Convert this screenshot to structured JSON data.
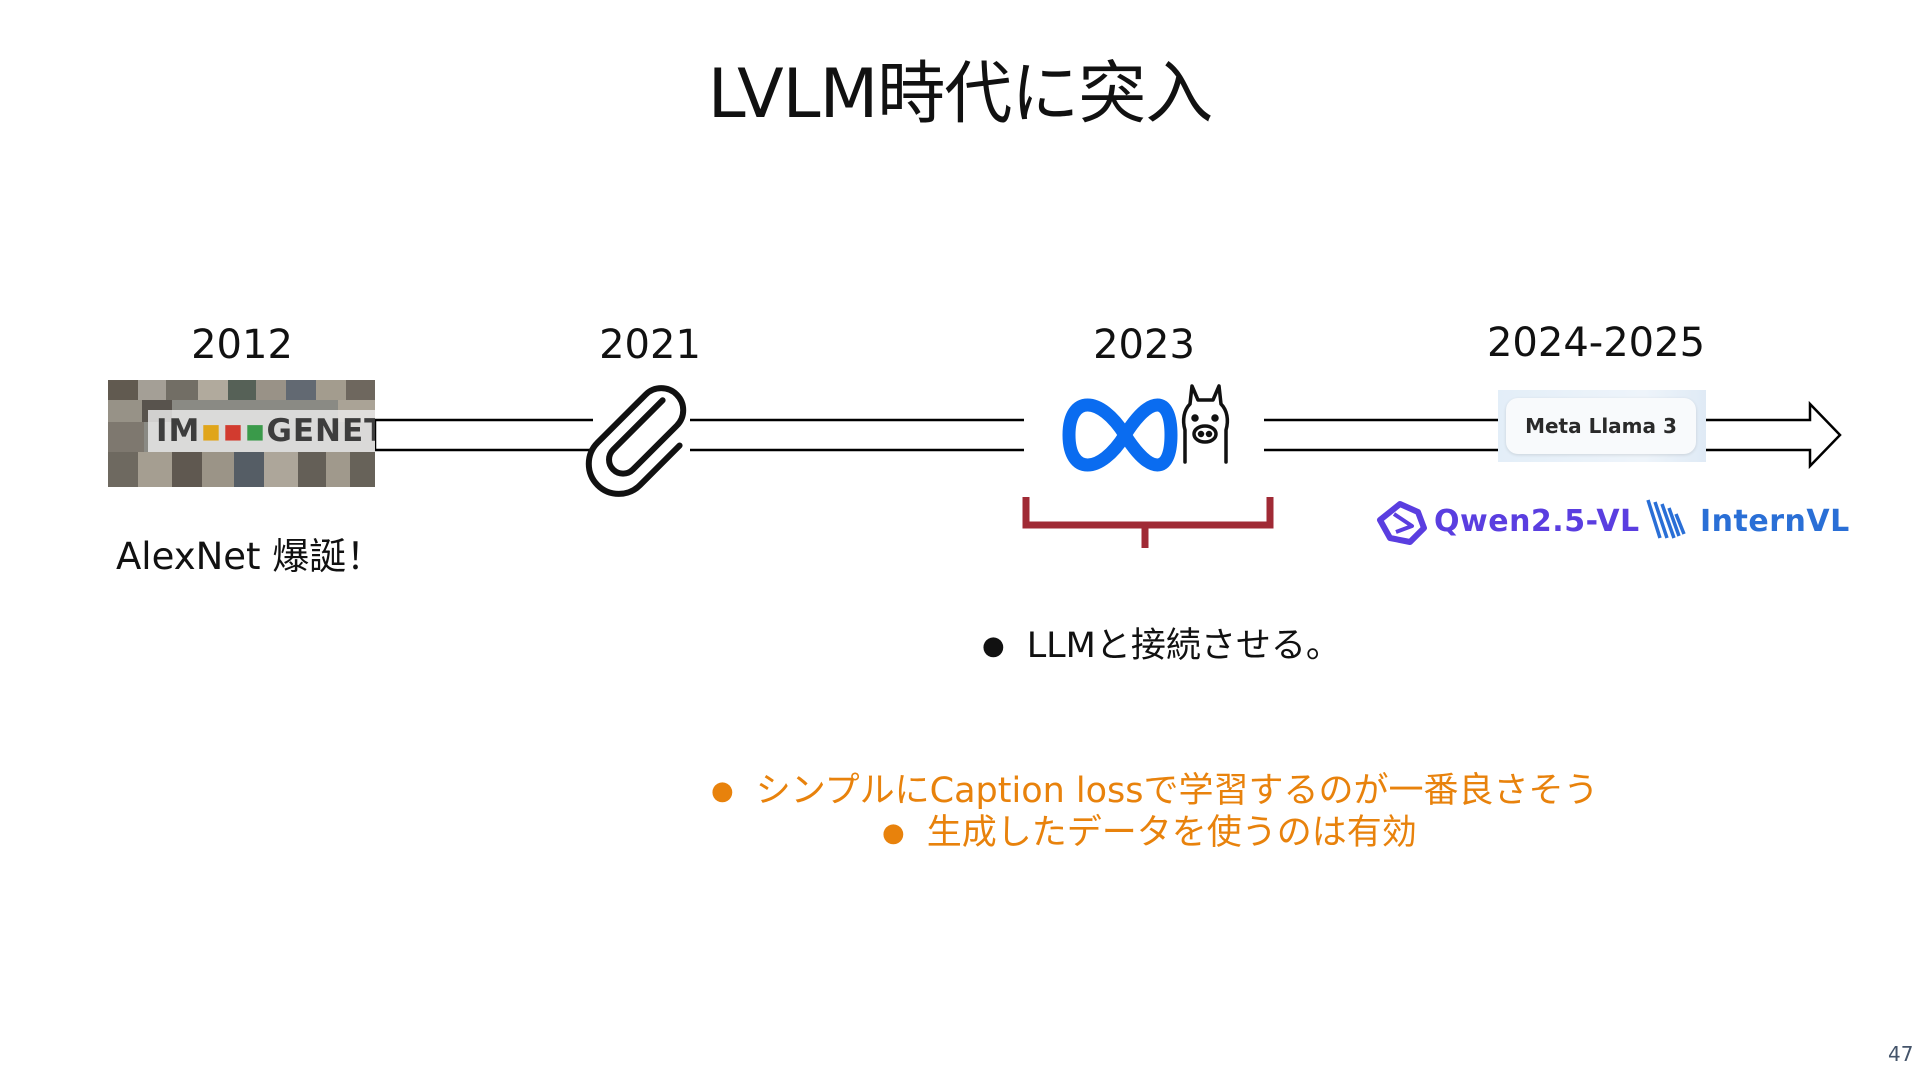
{
  "title": "LVLM時代に突入",
  "timeline": {
    "years": [
      "2012",
      "2021",
      "2023",
      "2024-2025"
    ],
    "imagenet_logo": {
      "parts": [
        "IM",
        "GENET"
      ],
      "dots_color": [
        "#e0a51a",
        "#d23b2f",
        "#3a9a4a"
      ]
    },
    "caption_2012": "AlexNet 爆誕！",
    "icon_2021": "paperclip-icon",
    "icons_2023": [
      "meta-infinity-icon",
      "llama-icon"
    ],
    "llama3_label": "Meta Llama 3",
    "qwen_label": "Qwen2.5-VL",
    "intern_label": "InternVL"
  },
  "bullets": {
    "bracket_note": "LLMと接続させる。",
    "orange_1": "シンプルにCaption lossで学習するのが一番良さそう",
    "orange_2": "生成したデータを使うのは有効"
  },
  "colors": {
    "bracket": "#a02a35",
    "orange": "#e8820c",
    "meta_blue": "#0a6cf0",
    "qwen_purple": "#5a3ee0",
    "intern_blue": "#2a6fd6"
  },
  "page_number": "47"
}
